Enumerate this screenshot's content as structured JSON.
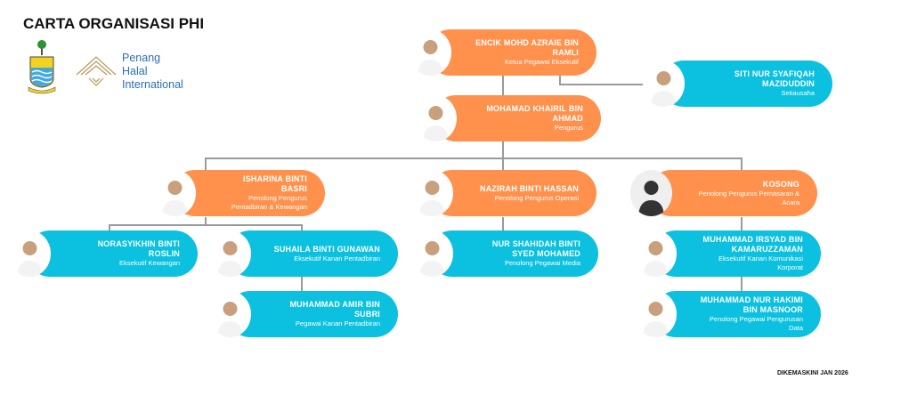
{
  "title": "CARTA ORGANISASI PHI",
  "logo": {
    "line1": "Penang",
    "line2": "Halal",
    "line3": "International"
  },
  "colors": {
    "manager": "#ff914d",
    "staff": "#0cc0df"
  },
  "nodes": [
    {
      "name": "ENCIK MOHD AZRAIE BIN RAMLI",
      "role": "Ketua Pegawai Eksekutif"
    },
    {
      "name": "SITI NUR SYAFIQAH MAZIDUDDIN",
      "role": "Setiausaha"
    },
    {
      "name": "MOHAMAD KHAIRIL BIN AHMAD",
      "role": "Pengurus"
    },
    {
      "name": "ISHARINA BINTI BASRI",
      "role": "Penolong Pengurus Pentadbiran & Kewangan"
    },
    {
      "name": "NAZIRAH BINTI HASSAN",
      "role": "Penolong Pengurus Operasi"
    },
    {
      "name": "KOSONG",
      "role": "Penolong Pengurus Pemasaran & Acara"
    },
    {
      "name": "NORASYIKHIN BINTI ROSLIN",
      "role": "Eksekutif Kewangan"
    },
    {
      "name": "SUHAILA BINTI GUNAWAN",
      "role": "Eksekutif Kanan Pentadbiran"
    },
    {
      "name": "NUR SHAHIDAH BINTI SYED MOHAMED",
      "role": "Penolong Pegawai Media"
    },
    {
      "name": "MUHAMMAD IRSYAD BIN KAMARUZZAMAN",
      "role": "Eksekutif Kanan Komunikasi Korporat"
    },
    {
      "name": "MUHAMMAD AMIR BIN SUBRI",
      "role": "Pegawai Kanan Pentadbiran"
    },
    {
      "name": "MUHAMMAD NUR HAKIMI BIN MASNOOR",
      "role": "Penolong Pegawai Pengurusan Data"
    }
  ],
  "footer": "DIKEMASKINI JAN 2026"
}
